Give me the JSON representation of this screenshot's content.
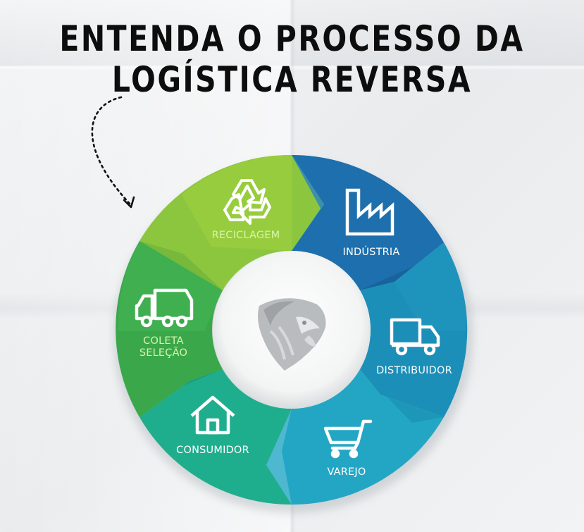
{
  "title": {
    "line1": "ENTENDA O PROCESSO DA",
    "line2": "LOGÍSTICA REVERSA"
  },
  "cycle": [
    {
      "label": "RECICLAGEM",
      "icon": "recycle-icon",
      "color": "#8cc63f"
    },
    {
      "label": "INDÚSTRIA",
      "icon": "factory-icon",
      "color": "#1d6fad"
    },
    {
      "label": "DISTRIBUIDOR",
      "icon": "delivery-truck-icon",
      "color": "#1b8fb8"
    },
    {
      "label": "VAREJO",
      "icon": "shopping-cart-icon",
      "color": "#23a6c4"
    },
    {
      "label": "CONSUMIDOR",
      "icon": "house-icon",
      "color": "#1fae8d"
    },
    {
      "label": "COLETA",
      "label2": "SELEÇÃO",
      "icon": "garbage-truck-icon",
      "color": "#3aa84a"
    }
  ],
  "center_logo": "lion-head-icon",
  "pointer": "dotted-arrow-icon"
}
